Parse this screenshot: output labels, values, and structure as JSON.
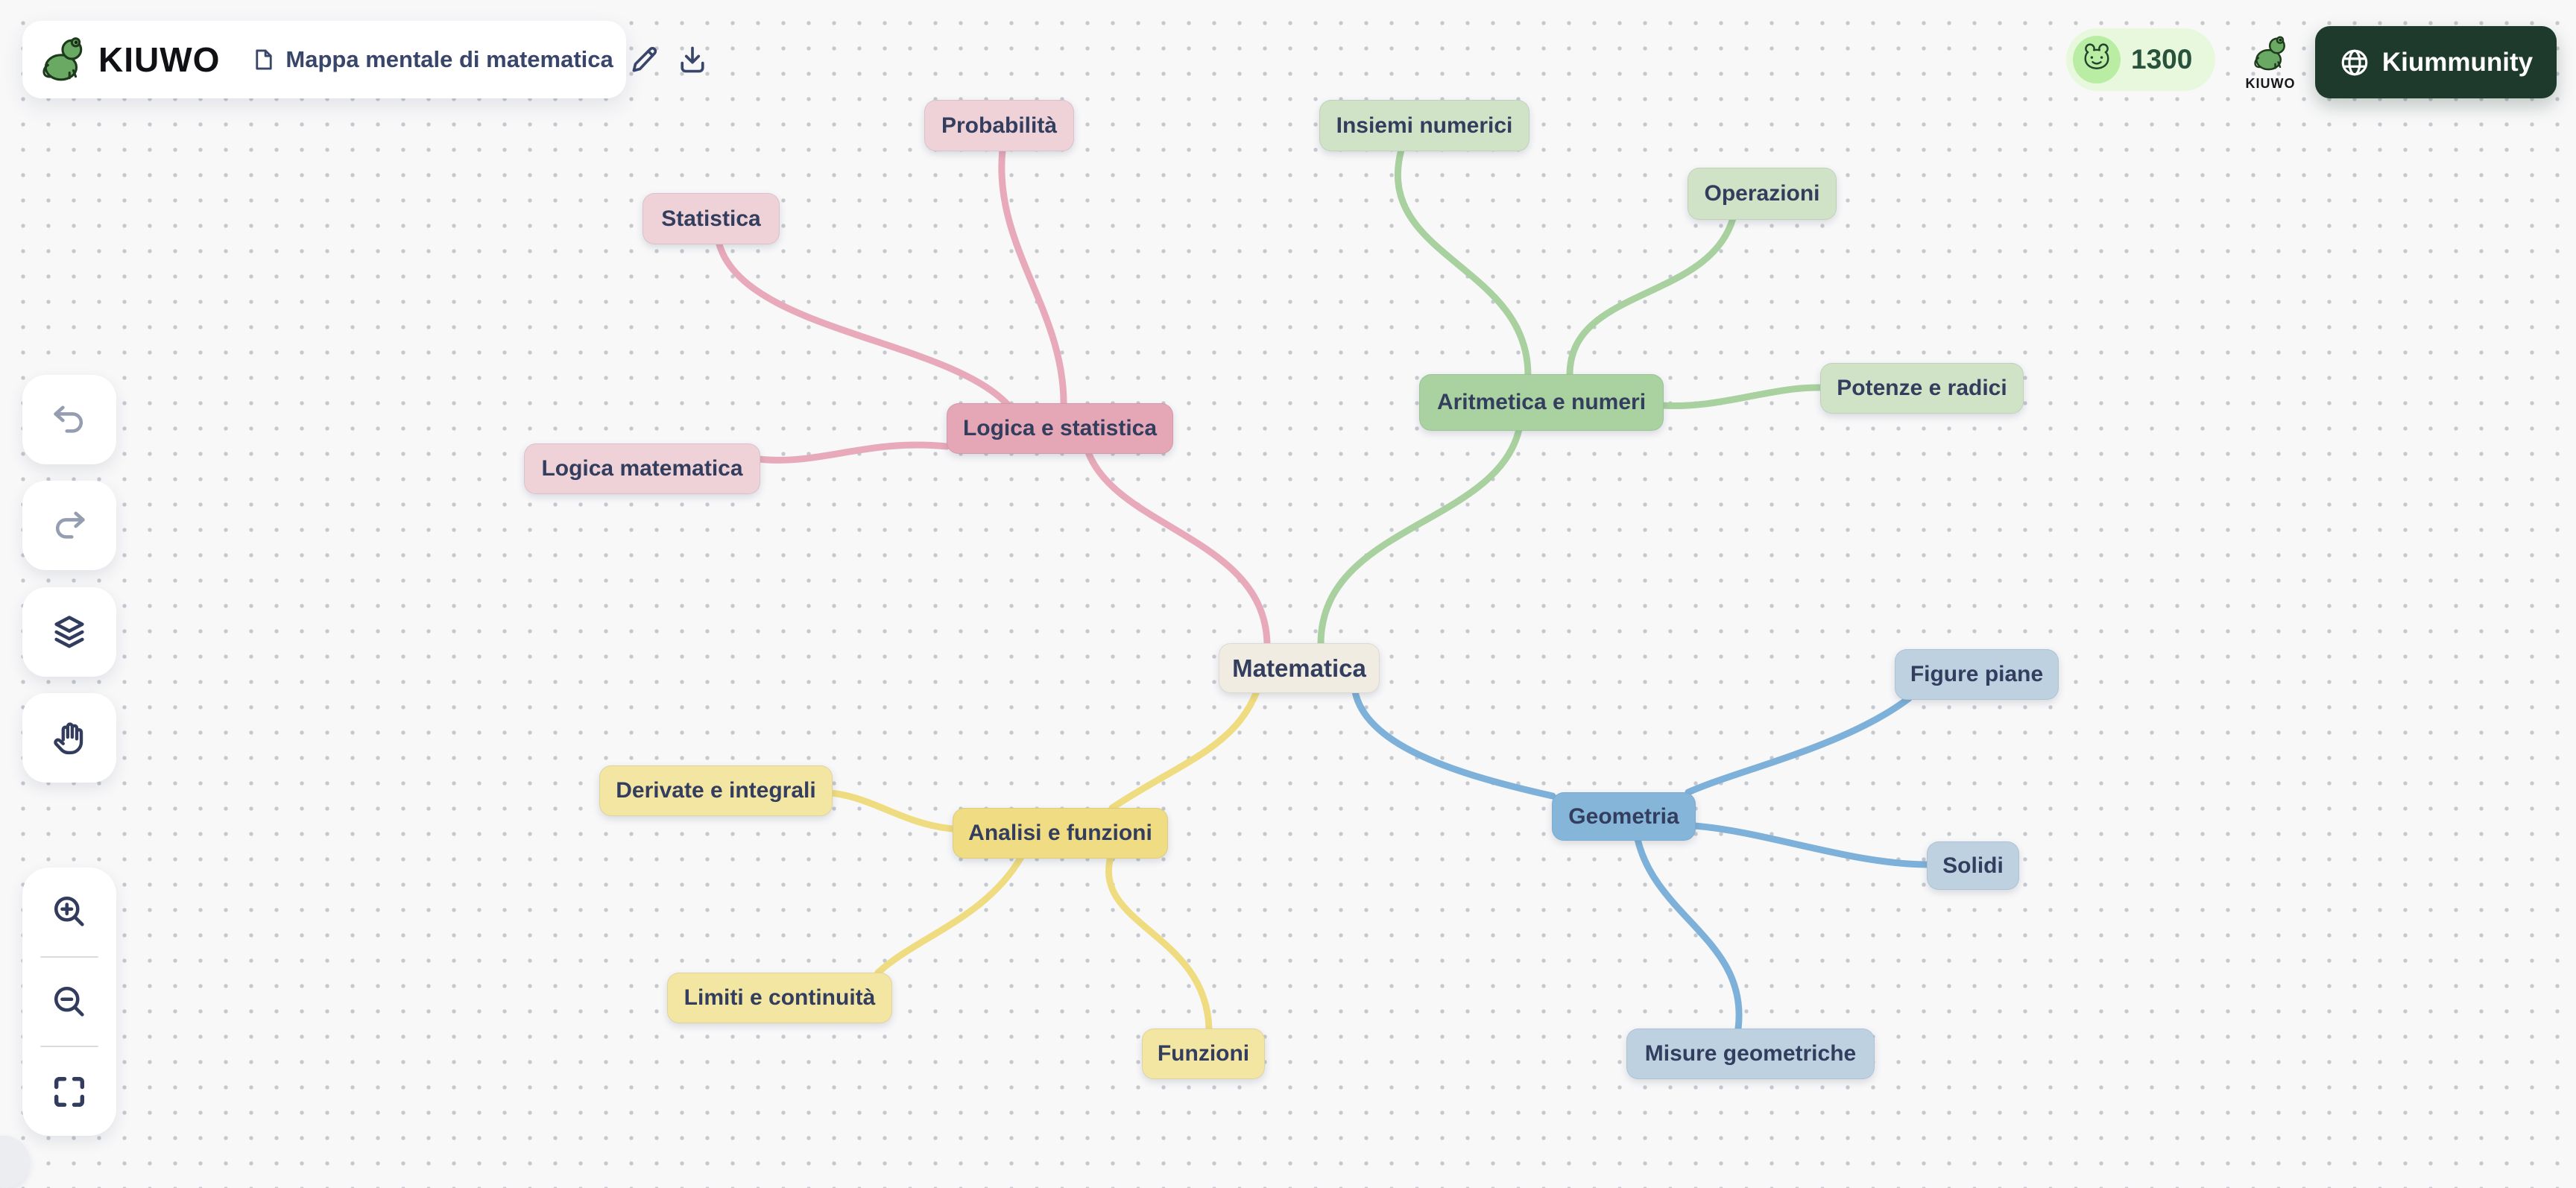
{
  "header": {
    "brand": "KIUWO",
    "document": {
      "title": "Mappa mentale di matematica"
    },
    "icons": [
      "frog-logo-icon",
      "file-icon",
      "edit-pencil-icon",
      "download-icon"
    ]
  },
  "account": {
    "coins": "1300",
    "coin_icon": "frog-face-icon",
    "brand_caption": "KIUWO",
    "community_label": "Kiummunity",
    "community_icon": "globe-icon"
  },
  "toolbar": {
    "history_buttons": [
      "undo",
      "redo",
      "layers",
      "pan-hand"
    ],
    "view_buttons": [
      "zoom-in",
      "zoom-out",
      "fullscreen"
    ]
  },
  "mindmap": {
    "root": {
      "id": "matematica",
      "label": "Matematica"
    },
    "branches": [
      {
        "id": "logica-e-statistica",
        "label": "Logica e statistica",
        "theme": "pink",
        "children": [
          {
            "id": "probabilita",
            "label": "Probabilità"
          },
          {
            "id": "statistica",
            "label": "Statistica"
          },
          {
            "id": "logica-matematica",
            "label": "Logica matematica"
          }
        ]
      },
      {
        "id": "aritmetica-e-numeri",
        "label": "Aritmetica e numeri",
        "theme": "green",
        "children": [
          {
            "id": "insiemi-numerici",
            "label": "Insiemi numerici"
          },
          {
            "id": "operazioni",
            "label": "Operazioni"
          },
          {
            "id": "potenze-e-radici",
            "label": "Potenze e radici"
          }
        ]
      },
      {
        "id": "geometria",
        "label": "Geometria",
        "theme": "blue",
        "children": [
          {
            "id": "figure-piane",
            "label": "Figure piane"
          },
          {
            "id": "solidi",
            "label": "Solidi"
          },
          {
            "id": "misure-geometriche",
            "label": "Misure geometriche"
          }
        ]
      },
      {
        "id": "analisi-e-funzioni",
        "label": "Analisi e funzioni",
        "theme": "yellow",
        "children": [
          {
            "id": "derivate-e-integrali",
            "label": "Derivate e integrali"
          },
          {
            "id": "limiti-e-continuita",
            "label": "Limiti e continuità"
          },
          {
            "id": "funzioni",
            "label": "Funzioni"
          }
        ]
      }
    ],
    "themes": {
      "pink": {
        "branch": "#e5a6b6",
        "leaf": "#eed2d8",
        "edge": "#e8aaba"
      },
      "green": {
        "branch": "#a9d2a0",
        "leaf": "#d1e3c6",
        "edge": "#a8d19f"
      },
      "blue": {
        "branch": "#85b6da",
        "leaf": "#bed1e1",
        "edge": "#7db1d9"
      },
      "yellow": {
        "branch": "#f0dd83",
        "leaf": "#f3e6a3",
        "edge": "#f0dc80"
      },
      "root_bg": "#f1ece1",
      "text": "#333d5e"
    }
  }
}
